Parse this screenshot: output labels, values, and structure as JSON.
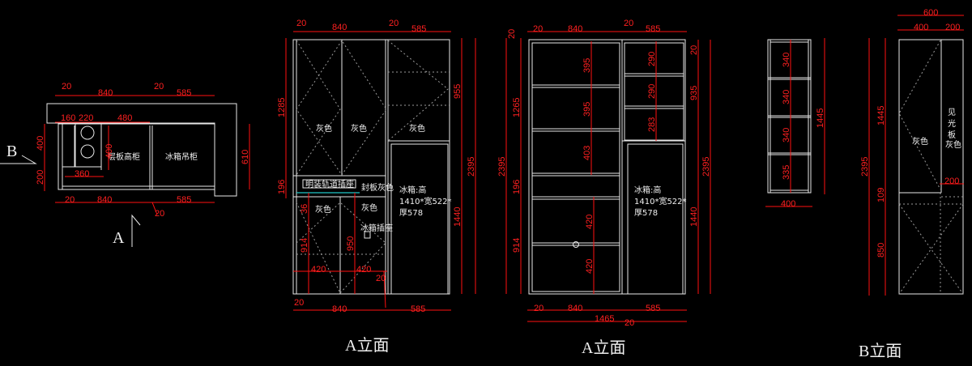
{
  "colors": {
    "background": "#000000",
    "outline": "#e8e8e8",
    "dimension": "#ff1010",
    "socket_line": "#20c8c8"
  },
  "plan": {
    "labels": {
      "shelf_cabinet": "层板高柜",
      "fridge_wall_cabinet": "冰箱吊柜",
      "view_a": "A",
      "view_b": "B"
    },
    "dims": [
      "20",
      "840",
      "20",
      "585",
      "160",
      "220",
      "480",
      "400",
      "200",
      "400",
      "360",
      "610",
      "20",
      "840",
      "585",
      "20"
    ]
  },
  "elev_a1": {
    "title": "A立面",
    "labels": {
      "grey1": "灰色",
      "grey2": "灰色",
      "grey3": "灰色",
      "rail_socket": "明装轨道插座",
      "cover_grey": "封板灰色",
      "grey4": "灰色",
      "grey5": "灰色",
      "fridge_socket": "冰箱插座",
      "fridge_l1": "冰箱:高",
      "fridge_l2": "1410*宽522*",
      "fridge_l3": "厚578"
    },
    "dims": [
      "20",
      "840",
      "20",
      "585",
      "1285",
      "196",
      "955",
      "1440",
      "2395",
      "36",
      "914",
      "950",
      "420",
      "420",
      "20",
      "20",
      "840",
      "585"
    ]
  },
  "elev_a2": {
    "title": "A立面",
    "labels": {
      "fridge_l1": "冰箱:高",
      "fridge_l2": "1410*宽522*",
      "fridge_l3": "厚578"
    },
    "dims": [
      "20",
      "20",
      "840",
      "20",
      "585",
      "2395",
      "1265",
      "196",
      "914",
      "395",
      "395",
      "403",
      "420",
      "420",
      "290",
      "290",
      "283",
      "20",
      "935",
      "1440",
      "2395",
      "20",
      "840",
      "585",
      "1465",
      "20"
    ]
  },
  "elev_b": {
    "title": "B立面",
    "labels": {
      "grey": "灰色",
      "exposed_panel": [
        "见",
        "光",
        "板",
        "灰色"
      ]
    },
    "dims": [
      "340",
      "340",
      "340",
      "335",
      "1445",
      "400",
      "600",
      "400",
      "200",
      "2395",
      "1445",
      "109",
      "850",
      "200"
    ]
  }
}
